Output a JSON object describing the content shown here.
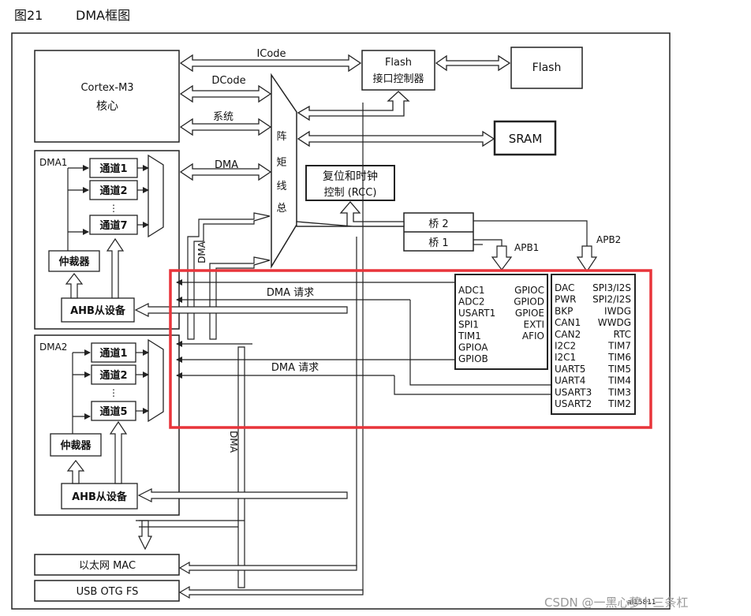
{
  "header": {
    "figure_no": "图21",
    "title": "DMA框图"
  },
  "core": {
    "line1": "Cortex-M3",
    "line2": "核心"
  },
  "flash_ctrl": {
    "line1": "Flash",
    "line2": "接口控制器"
  },
  "flash": "Flash",
  "sram": "SRAM",
  "rcc": {
    "line1": "复位和时钟",
    "line2": "控制 (RCC)"
  },
  "bridge2": "桥  2",
  "bridge1": "桥  1",
  "buses": {
    "icode": "ICode",
    "dcode": "DCode",
    "system": "系统",
    "dma_bus": "DMA",
    "matrix_1": "总",
    "matrix_2": "线",
    "matrix_3": "矩",
    "matrix_4": "阵",
    "dma_v1": "DMA",
    "dma_v2": "DMA",
    "apb1": "APB1",
    "apb2": "APB2"
  },
  "dma1": {
    "label": "DMA1",
    "channels": [
      "通道1",
      "通道2",
      "通道7"
    ],
    "dots": "⋮",
    "arbiter": "仲裁器",
    "slave": "AHB从设备"
  },
  "dma2": {
    "label": "DMA2",
    "channels": [
      "通道1",
      "通道2",
      "通道5"
    ],
    "dots": "⋮",
    "arbiter": "仲裁器",
    "slave": "AHB从设备"
  },
  "requests": {
    "req1": "DMA  请求",
    "req2": "DMA  请求"
  },
  "apb1_periph": {
    "left": [
      "ADC1",
      "ADC2",
      "USART1",
      "SPI1",
      "TIM1",
      "GPIOA",
      "GPIOB"
    ],
    "right": [
      "GPIOC",
      "GPIOD",
      "GPIOE",
      "EXTI",
      "AFIO"
    ]
  },
  "apb2_periph": {
    "left": [
      "DAC",
      "PWR",
      "BKP",
      "CAN1",
      "CAN2",
      "I2C2",
      "I2C1",
      "UART5",
      "UART4",
      "USART3",
      "USART2"
    ],
    "right": [
      "SPI3/I2S",
      "SPI2/I2S",
      "IWDG",
      "WWDG",
      "RTC",
      "TIM7",
      "TIM6",
      "TIM5",
      "TIM4",
      "TIM3",
      "TIM2"
    ]
  },
  "ethernet": "以太网 MAC",
  "usb": "USB OTG FS",
  "fig_code": "ai15811",
  "watermark": "CSDN @一黑心萝卜三条杠",
  "colors": {
    "highlight": "#e8343a",
    "line": "#222222"
  }
}
